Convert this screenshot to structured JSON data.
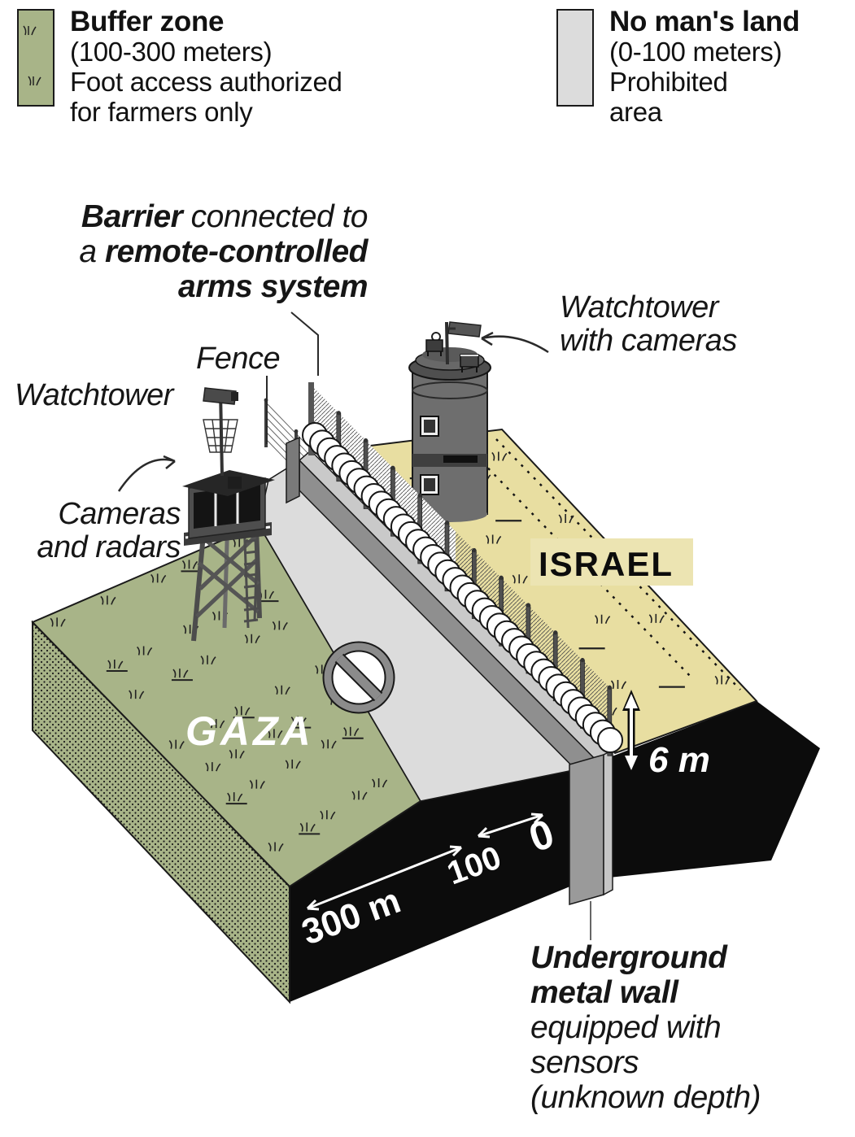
{
  "title": "Gaza-Israel border barrier infographic",
  "legend": {
    "buffer_zone": {
      "title": "Buffer zone",
      "subtitle": "(100-300 meters)",
      "desc_line1": "Foot access authorized",
      "desc_line2": "for farmers only",
      "swatch_color": "#a8b488"
    },
    "no_mans_land": {
      "title": "No man's land",
      "subtitle": "(0-100 meters)",
      "desc_line1": "Prohibited",
      "desc_line2": "area",
      "swatch_color": "#dcdcdc"
    }
  },
  "annotations": {
    "barrier": {
      "bold1": "Barrier",
      "plain1": " connected to",
      "plain2a": "a ",
      "bold2": "remote-controlled",
      "bold3": "arms system"
    },
    "watchtower_cameras": {
      "line1": "Watchtower",
      "line2": "with cameras"
    },
    "fence": "Fence",
    "watchtower": "Watchtower",
    "cameras_radars": {
      "line1": "Cameras",
      "line2": "and radars"
    },
    "underground_wall": {
      "bold1": "Underground",
      "bold2": "metal wall",
      "plain1": "equipped with",
      "plain2": "sensors",
      "plain3": "(unknown depth)"
    }
  },
  "diagram": {
    "gaza_label": "GAZA",
    "israel_label": "ISRAEL",
    "fence_height": "6 m",
    "scale_300": "300 m",
    "scale_100": "100",
    "scale_0": "0",
    "colors": {
      "buffer_green": "#a8b488",
      "israel_yellow": "#e8dea1",
      "israel_label_bg": "#ece4b2",
      "no_mans_gray": "#dcdcdc",
      "ground_black": "#0c0c0c",
      "concrete_gray": "#8f8f8f",
      "metal_wall_gray": "#9a9a9a",
      "tower_gray": "#6e6e6e",
      "white_text": "#ffffff"
    }
  }
}
